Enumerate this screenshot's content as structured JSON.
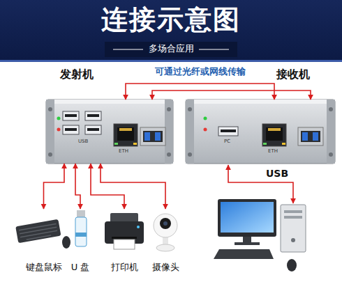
{
  "diagram": {
    "title": "连接示意图",
    "nodes": [
      {
        "text": [
          "发射机"
        ]
      },
      {
        "text": [
          "接收机"
        ]
      },
      {
        "text": [
          "键盘鼠标"
        ]
      },
      {
        "text": [
          "U 盘"
        ]
      },
      {
        "text": [
          "打印机"
        ]
      },
      {
        "text": [
          "摄像头"
        ]
      }
    ],
    "edges": [
      {
        "from": 0,
        "to": 1,
        "arrow": "both",
        "label": "可通过光纤或网线传输"
      },
      {
        "from": 0,
        "to": 1,
        "arrow": "both"
      },
      {
        "from": 0,
        "to": 2,
        "arrow": "both"
      },
      {
        "from": 0,
        "to": 3,
        "arrow": "both"
      },
      {
        "from": 0,
        "to": 4,
        "arrow": "both"
      },
      {
        "from": 0,
        "to": 5,
        "arrow": "both"
      }
    ],
    "labels": [
      "多场合应用",
      "USB",
      "ETH",
      "PC",
      "ETH",
      "USB"
    ]
  }
}
